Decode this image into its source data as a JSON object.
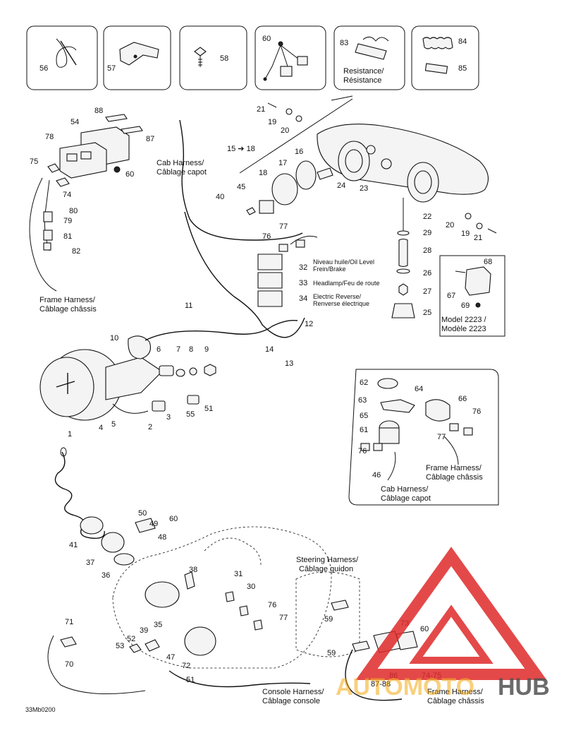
{
  "top_boxes": {
    "b56": "56",
    "b57": "57",
    "b58": "58",
    "b60": "60",
    "b83": "83",
    "b84": "84",
    "b85": "85",
    "resistance_en": "Resistance/",
    "resistance_fr": "Résistance"
  },
  "harness_labels": {
    "cab_en": "Cab Harness/",
    "cab_fr": "Câblage capot",
    "frame_en": "Frame Harness/",
    "frame_fr": "Câblage châssis",
    "steering_en": "Steering Harness/",
    "steering_fr": "Câblage guidon",
    "console_en": "Console Harness/",
    "console_fr": "Câblage console"
  },
  "callouts": {
    "oil_en": "Niveau huile/Oil Level",
    "oil_fr": "Frein/Brake",
    "headlamp": "Headlamp/Feu de route",
    "reverse_en": "Electric Reverse/",
    "reverse_fr": "Renverse électrique",
    "model_en": "Model 2223 /",
    "model_fr": "Modèle 2223",
    "ref_15": "15",
    "ref_18": "18"
  },
  "parts": [
    "1",
    "2",
    "3",
    "4",
    "5",
    "6",
    "7",
    "8",
    "9",
    "10",
    "11",
    "12",
    "13",
    "14",
    "16",
    "17",
    "18",
    "19",
    "20",
    "21",
    "22",
    "23",
    "24",
    "25",
    "26",
    "27",
    "28",
    "29",
    "30",
    "31",
    "32",
    "33",
    "34",
    "35",
    "36",
    "37",
    "38",
    "39",
    "40",
    "41",
    "45",
    "46",
    "47",
    "48",
    "49",
    "50",
    "51",
    "52",
    "53",
    "54",
    "59",
    "60",
    "61",
    "62",
    "63",
    "64",
    "65",
    "66",
    "67",
    "68",
    "69",
    "70",
    "71",
    "72",
    "73",
    "74",
    "75",
    "76",
    "77",
    "78",
    "79",
    "80",
    "81",
    "82",
    "86",
    "87",
    "88"
  ],
  "multi_labels": {
    "l7475": "74-75",
    "l8788": "87-88"
  },
  "drawing_code": "33Mb0200",
  "watermark": {
    "brand_a": "AUTOMOTO",
    "brand_b": "HUB",
    "color_red": "#e02a2a",
    "color_orange": "#f2a200",
    "color_dark": "#333333"
  }
}
